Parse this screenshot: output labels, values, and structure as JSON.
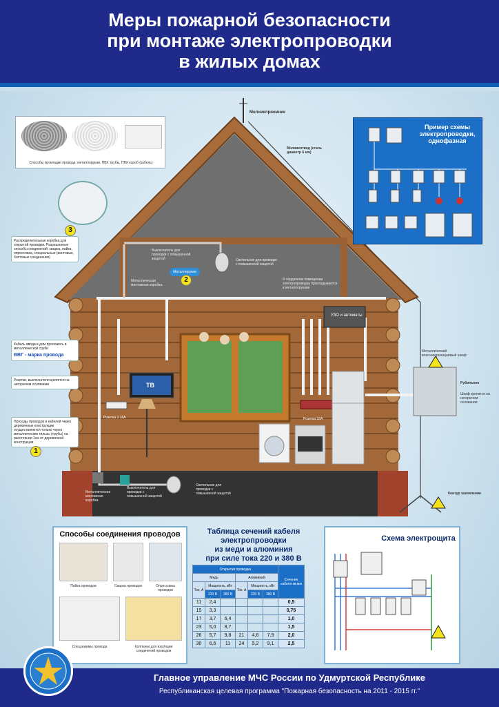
{
  "header": {
    "title_lines": [
      "Меры пожарной безопасности",
      "при монтаже электропроводки",
      "в жилых домах"
    ]
  },
  "colors": {
    "header_bg": "#1f2a8a",
    "accent_blue": "#1b6fc7",
    "wood": "#8b5a2b",
    "badge_yellow": "#f4e21c"
  },
  "labels": {
    "lightning_rod": "Молниеприемник",
    "down_conductor": "Молниеотвод (сталь диаметр 6 мм)",
    "cable_methods": "Способы прокладки провода: металлорукав, ПВХ трубы, ПВХ короб (кабель)",
    "junction_box": "Распределительная коробка для открытой проводки. Разрешенные способы соединений: сварка, пайка, опрессовка, специальные (винтовые, болтовые соединения)",
    "metal_hose": "Металлорукав",
    "metal_box": "Металлическая монтажная коробка",
    "switch_ul": "Выключатель для проводки с повышенной защитой",
    "lamp_ul": "Светильник для проводки с повышенной защитой",
    "attic_note": "В чердачном помещении электропроводка прокладывается в металлорукаве",
    "cable_passage": "Кабель ввода в дом проложить в металлической трубе",
    "vvg_mark": "ВВГ - марка провода",
    "socket_note": "Розетки, выключатели крепятся на негорючем основании",
    "wire_passage": "Проходы проводов и кабелей через деревянные конструкции осуществляются только через металлические гильзы (трубы) на расстоянии 1см от деревянной конструкции",
    "tv": "ТВ",
    "socket_16a_left": "Розетка 3 16А",
    "socket_16a_right": "Розетка 16А",
    "uzo": "УЗО и автоматы",
    "cabinet": "Металлический влагонепроницаемый шкаф",
    "breaker": "Рубильник",
    "cabinet_mount": "Шкаф крепится на негорючем основании",
    "ground_loop": "Контур заземления",
    "basement_lamp": "Светильник для проводки с повышенной защитой",
    "basement_box": "Металлическая монтажная коробка",
    "basement_switch": "Выключатель для проводки с повышенной защитой"
  },
  "badges": [
    "1",
    "2",
    "3"
  ],
  "schema1": {
    "title": "Пример схемы электропроводки, однофазная"
  },
  "connections": {
    "title": "Способы соединения проводов",
    "items": [
      "Пайка проводов",
      "Сварка проводов",
      "Опрессовка проводов",
      "Спецзажимы провода",
      "Колпачки для изоляции соединений проводов"
    ]
  },
  "table": {
    "title_lines": [
      "Таблица сечений кабеля",
      "электропроводки",
      "из меди и алюминия",
      "при силе тока 220 и 380 В"
    ],
    "header_open": "Открытая проводка",
    "header_copper": "Медь",
    "header_alu": "Алюминий",
    "header_section": "Сечение кабеля кв.мм",
    "header_current": "Ток, А",
    "header_power": "Мощность, кВт",
    "v220": "220 В",
    "v380": "380 В",
    "rows": [
      [
        "11",
        "2,4",
        "",
        "",
        "",
        "",
        "0,5"
      ],
      [
        "15",
        "3,3",
        "",
        "",
        "",
        "",
        "0,75"
      ],
      [
        "17",
        "3,7",
        "6,4",
        "",
        "",
        "",
        "1,0"
      ],
      [
        "23",
        "5,0",
        "8,7",
        "",
        "",
        "",
        "1,5"
      ],
      [
        "26",
        "5,7",
        "9,8",
        "21",
        "4,6",
        "7,9",
        "2,0"
      ],
      [
        "30",
        "6,6",
        "11",
        "24",
        "5,2",
        "9,1",
        "2,5"
      ]
    ]
  },
  "schema2": {
    "title": "Схема электрощита"
  },
  "footer": {
    "line1": "Главное управление МЧС России по Удмуртской Республике",
    "line2": "Республиканская целевая программа \"Пожарная безопасность на 2011 - 2015 гг.\""
  }
}
